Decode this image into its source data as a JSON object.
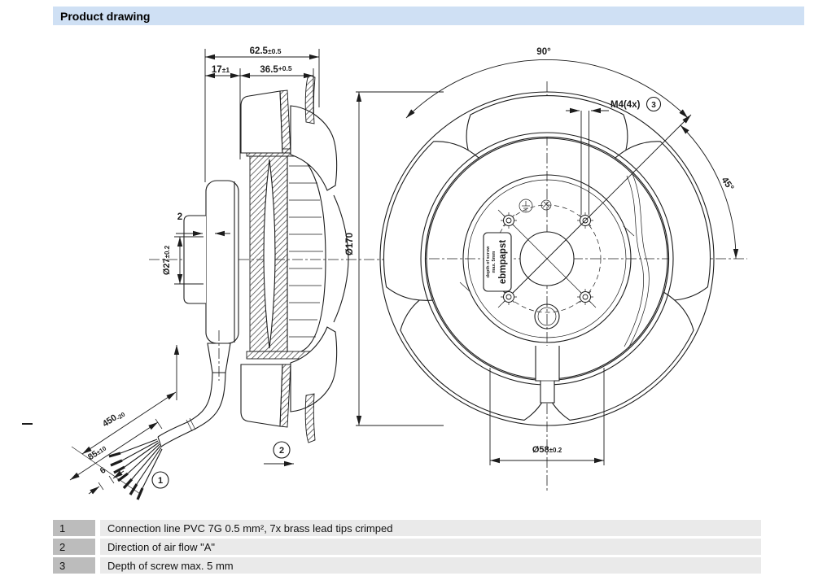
{
  "header": {
    "title": "Product drawing"
  },
  "colors": {
    "header_bg": "#cfe0f4",
    "line": "#1c1c1c",
    "legend_num_bg": "#bcbcbc",
    "legend_row_bg": "#eaeaea"
  },
  "side_view": {
    "dim_width_overall": {
      "main": "62.5",
      "tol": "±0.5"
    },
    "dim_depth_motor": {
      "main": "17",
      "tol": "±1"
    },
    "dim_depth_impeller": {
      "main": "36.5",
      "tol": "+0.5"
    },
    "dim_step": "2",
    "dim_shaft_boss": {
      "main": "Ø27",
      "tol": "±0.2"
    },
    "dim_cable_length": {
      "main": "450",
      "tol": "-20"
    },
    "dim_strip_length": {
      "main": "85",
      "tol": "±10"
    },
    "dim_crimp_length": "6",
    "callout_1": "1",
    "callout_2": "2"
  },
  "front_view": {
    "dim_outer": "Ø170",
    "dim_pitch": {
      "main": "Ø58",
      "tol": "±0.2"
    },
    "angle_90": "90°",
    "angle_45": "45°",
    "screw_label": "M4(4x)",
    "callout_3": "3",
    "hub_logo": "ebmpapst",
    "hub_note_1": "depth of screw",
    "hub_note_2": "max. 5mm"
  },
  "legend": {
    "rows": [
      {
        "num": "1",
        "text": "Connection line PVC 7G 0.5 mm², 7x brass lead tips crimped"
      },
      {
        "num": "2",
        "text": "Direction of air flow \"A\""
      },
      {
        "num": "3",
        "text": "Depth of screw max. 5 mm"
      }
    ]
  }
}
